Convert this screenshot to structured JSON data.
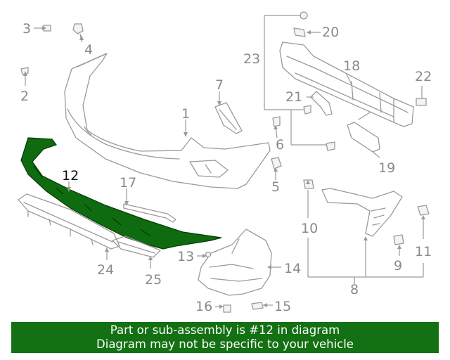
{
  "callouts": {
    "c1": "1",
    "c2": "2",
    "c3": "3",
    "c4": "4",
    "c5": "5",
    "c6": "6",
    "c7": "7",
    "c8": "8",
    "c9": "9",
    "c10": "10",
    "c11": "11",
    "c12": "12",
    "c13": "13",
    "c14": "14",
    "c15": "15",
    "c16": "16",
    "c17": "17",
    "c18": "18",
    "c19": "19",
    "c20": "20",
    "c21": "21",
    "c22": "22",
    "c23": "23",
    "c24": "24",
    "c25": "25"
  },
  "highlighted_part": "12",
  "colors": {
    "highlight": "#0f6b0f",
    "banner": "#137013",
    "line": "#9a9a9a"
  },
  "banner": {
    "line1": "Part or sub-assembly is #12 in diagram",
    "line2": "Diagram may not be specific to your vehicle"
  }
}
